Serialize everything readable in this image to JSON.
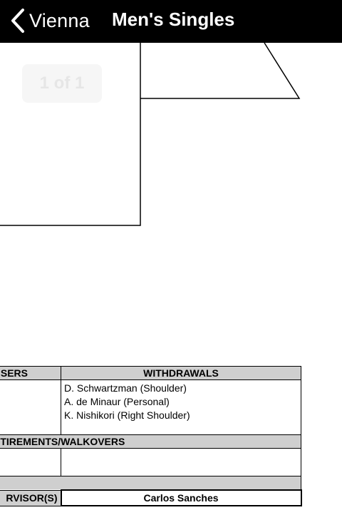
{
  "nav": {
    "back_label": "Vienna",
    "title": "Men's Singles",
    "back_icon": "chevron-left-icon"
  },
  "viewer": {
    "page_indicator": "1 of 1"
  },
  "table": {
    "losers_header": "SERS",
    "withdrawals_header": "WITHDRAWALS",
    "withdrawals": [
      "D. Schwartzman (Shoulder)",
      "A. de Minaur (Personal)",
      "K. Nishikori (Right Shoulder)"
    ],
    "retirements_header": "ETIREMENTS/WALKOVERS",
    "supervisor_label": "RVISOR(S)",
    "supervisor_name": "Carlos Sanches"
  },
  "colors": {
    "navbar": "#000000",
    "header_fill": "#cfcfcf"
  }
}
